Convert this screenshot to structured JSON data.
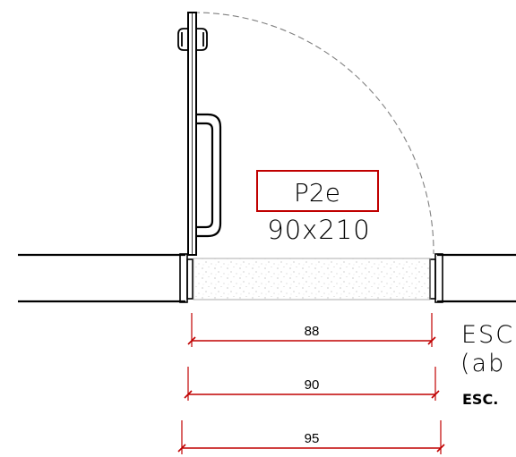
{
  "door": {
    "code": "P2e",
    "size": "90x210"
  },
  "dimensions": [
    {
      "label": "88"
    },
    {
      "label": "90"
    },
    {
      "label": "95"
    }
  ],
  "side_text": {
    "line1": "ESC",
    "line2": "(ab",
    "line3": "ESC."
  },
  "colors": {
    "line": "#000000",
    "dimension": "#c00000",
    "swing_arc": "#808080",
    "label_box": "#c00000"
  }
}
